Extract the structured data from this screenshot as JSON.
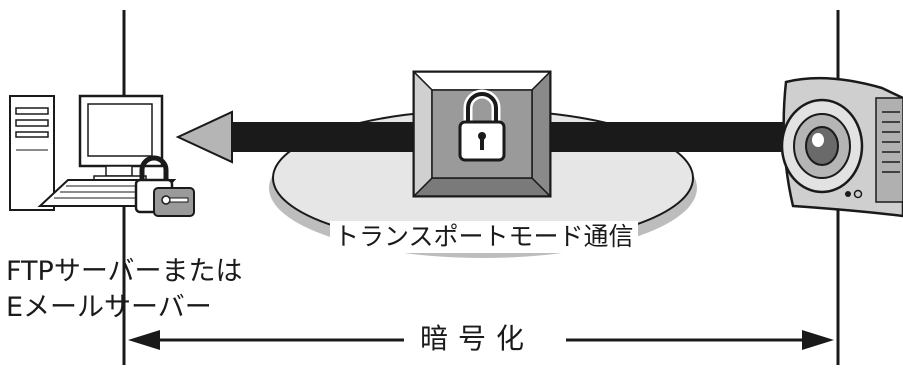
{
  "diagram": {
    "server_label_line1": "FTPサーバーまたは",
    "server_label_line2": "Eメールサーバー",
    "mode_label": "トランスポートモード通信",
    "encryption_label": "暗号化"
  },
  "colors": {
    "line": "#1a1a1a",
    "ellipse_fill": "#e6e6e6",
    "ellipse_shadow": "#bdbdbd",
    "box_face": "#9a9a9a",
    "camera_body": "#cfcfcf"
  },
  "icons": [
    "computer-icon",
    "padlock-icon",
    "key-icon",
    "network-camera-icon",
    "arrow-left-icon"
  ]
}
